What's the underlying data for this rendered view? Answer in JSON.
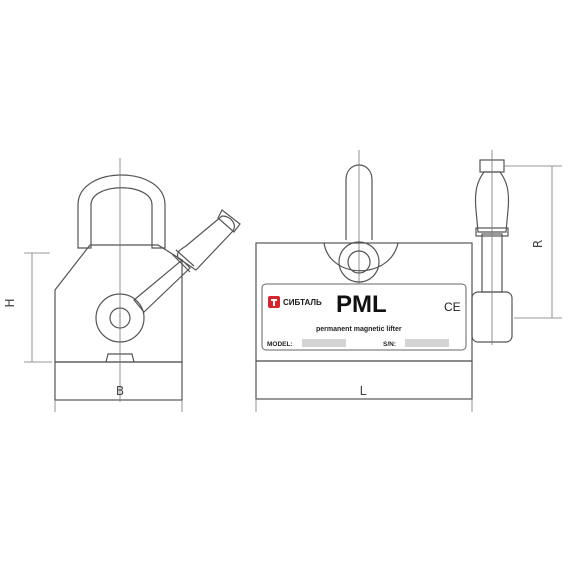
{
  "dimensions": {
    "height_label": "H",
    "width_label": "B",
    "length_label": "L",
    "reach_label": "R"
  },
  "plate": {
    "brand": "СИБТАЛЬ",
    "brand_color": "#d6262b",
    "model": "PML",
    "subtitle": "permanent magnetic lifter",
    "model_field_label": "MODEL:",
    "serial_field_label": "S/N:",
    "mark": "CE"
  }
}
